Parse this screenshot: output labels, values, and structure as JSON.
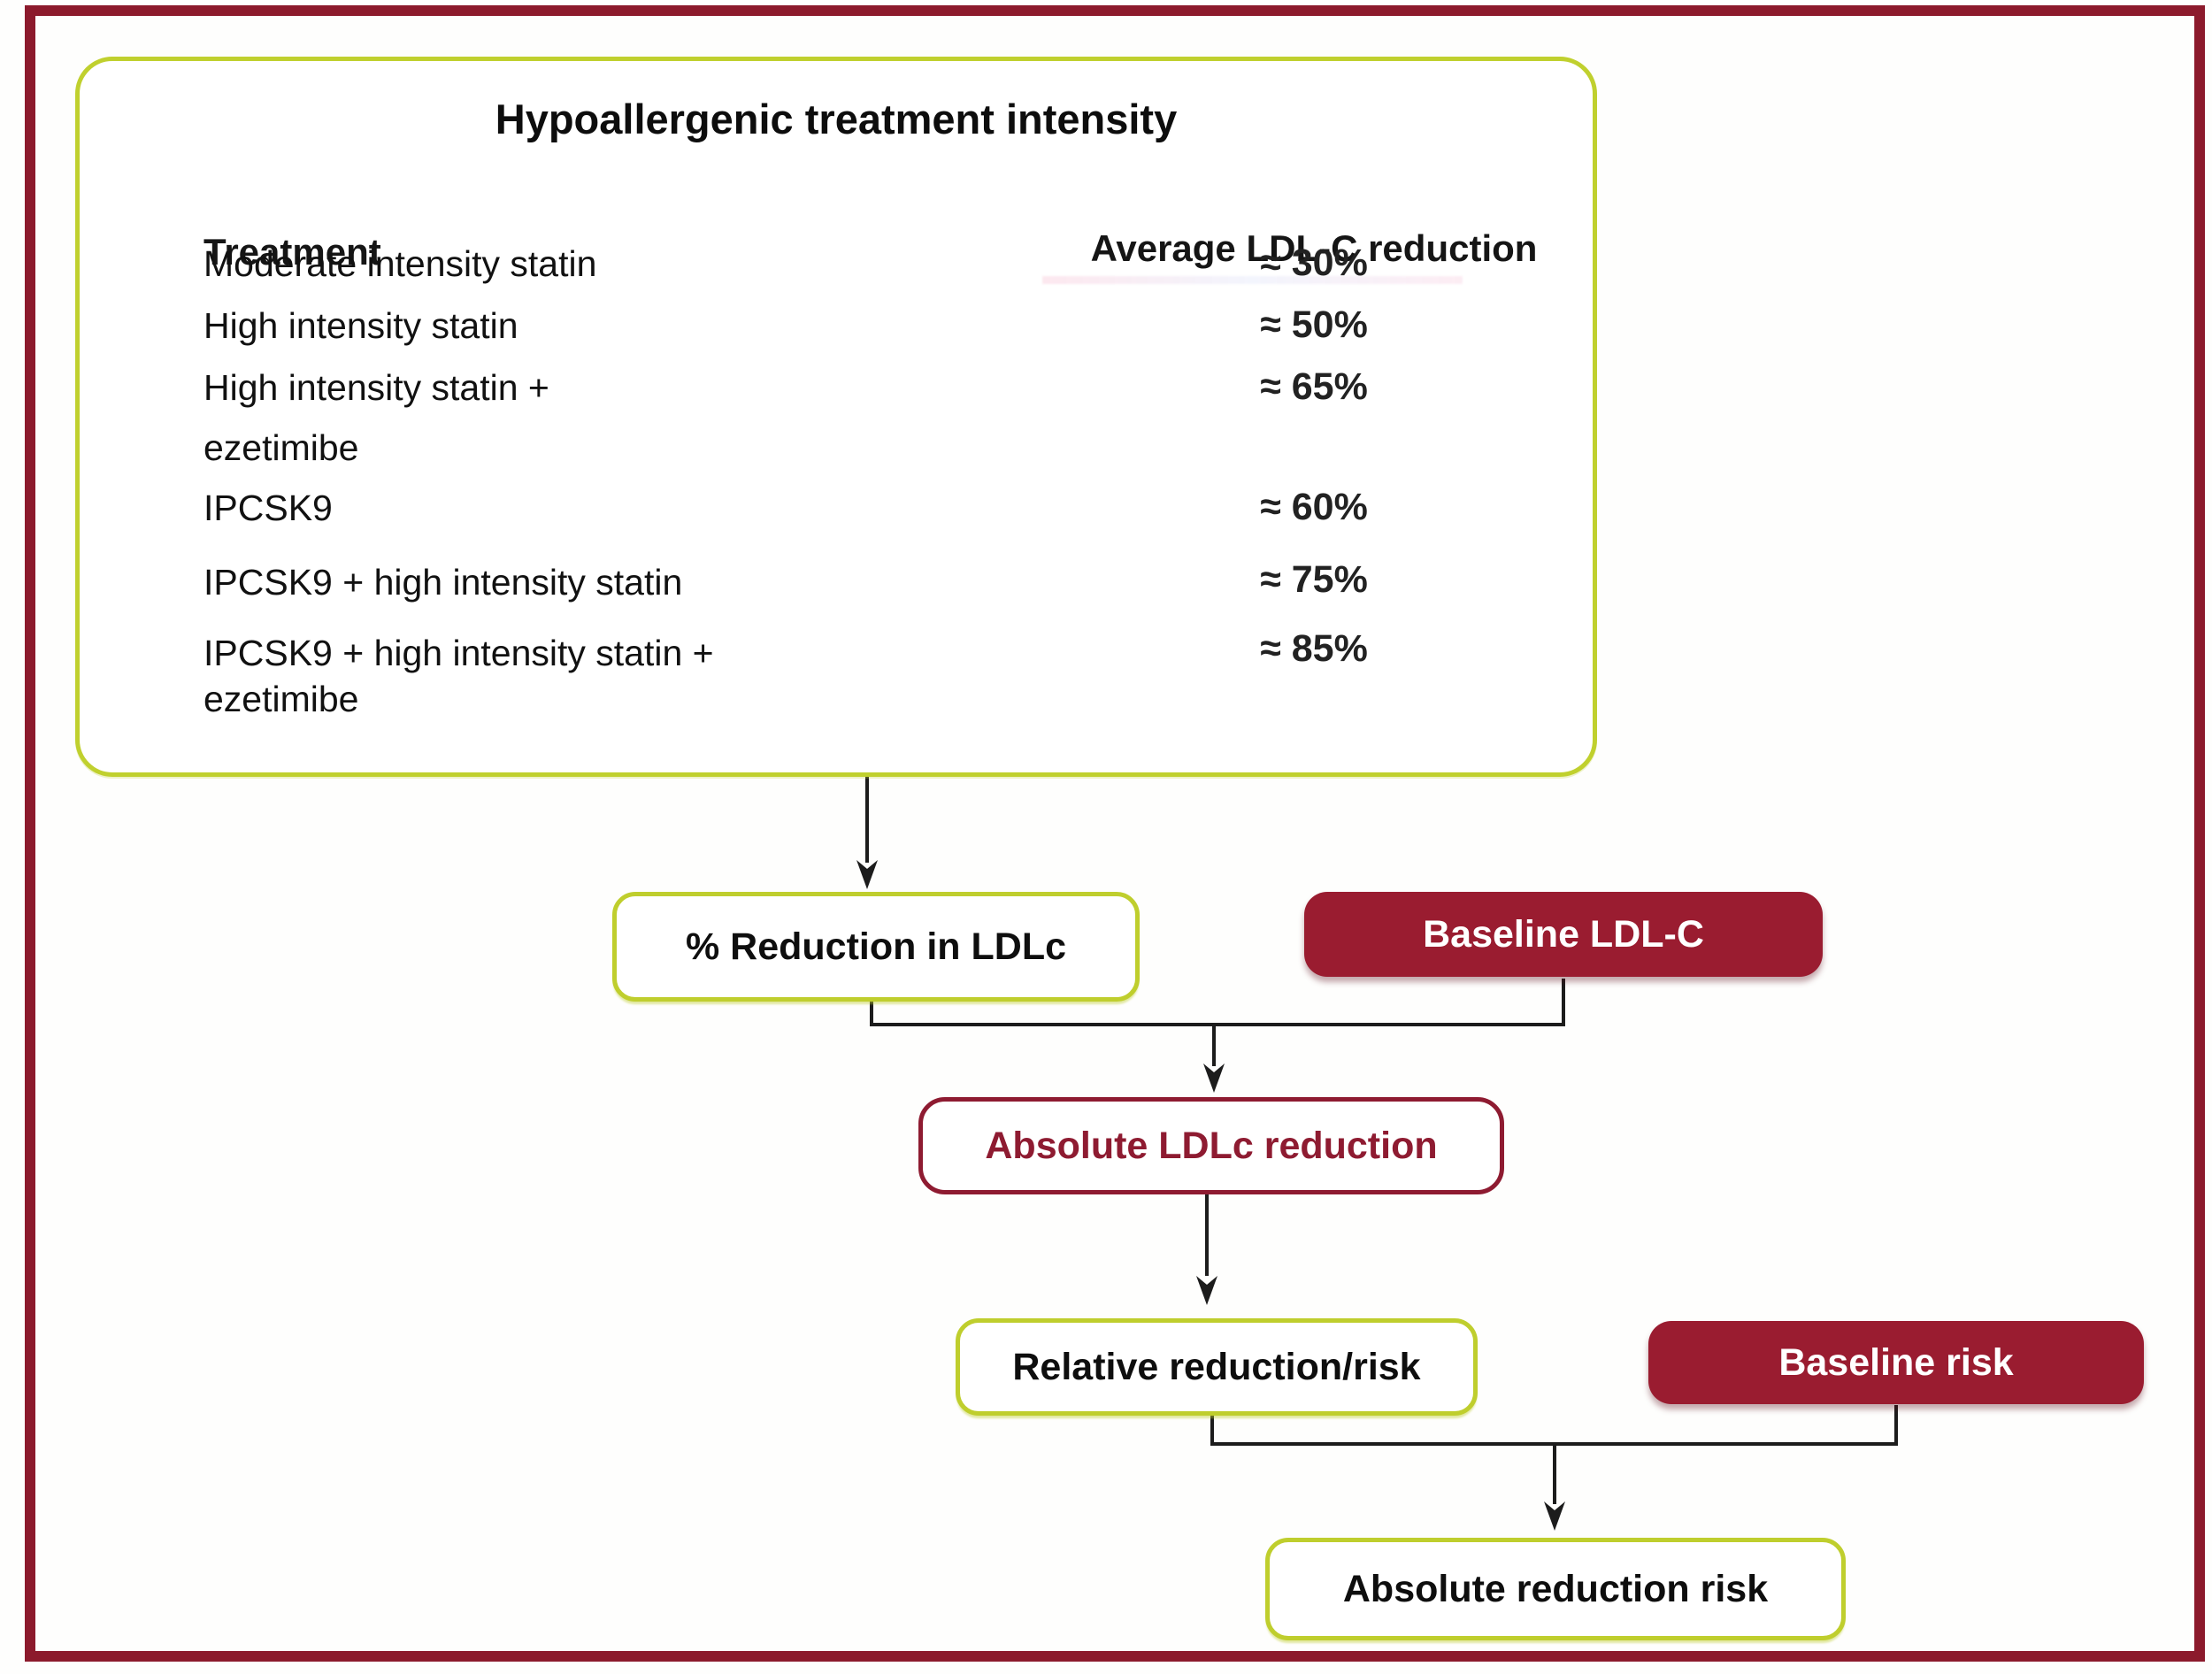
{
  "frame": {
    "border_color": "#8c1a2c",
    "accent_green": "#bfce2d",
    "accent_maroon": "#9a1c30"
  },
  "table_panel": {
    "title": "Hypoallergenic treatment intensity",
    "columns": [
      "Treatment",
      "Average LDL-C reduction"
    ],
    "rows": [
      {
        "treatment": "Moderate intensity statin",
        "reduction": "≈ 30%"
      },
      {
        "treatment": "High intensity statin",
        "reduction": "≈ 50%"
      },
      {
        "treatment": "High intensity statin +",
        "reduction": "≈ 65%"
      },
      {
        "treatment": "ezetimibe",
        "reduction": ""
      },
      {
        "treatment": "IPCSK9",
        "reduction": "≈ 60%"
      },
      {
        "treatment": "IPCSK9 + high intensity statin",
        "reduction": "≈ 75%"
      },
      {
        "treatment": "IPCSK9 + high intensity statin +",
        "reduction": "≈ 85%"
      },
      {
        "treatment": "ezetimibe",
        "reduction": ""
      }
    ]
  },
  "flowchart": {
    "pct_reduction_label": "% Reduction in LDLc",
    "baseline_ldlc_label": "Baseline LDL-C",
    "absolute_ldlc_label": "Absolute LDLc reduction",
    "relative_risk_label": "Relative reduction/risk",
    "baseline_risk_label": "Baseline risk",
    "absolute_risk_label": "Absolute reduction risk"
  }
}
